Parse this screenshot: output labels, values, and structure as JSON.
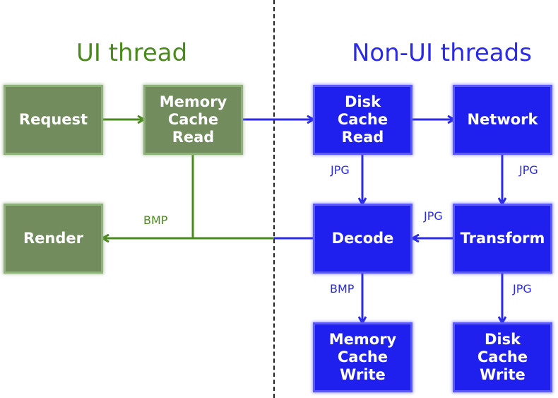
{
  "titles": {
    "ui": "UI thread",
    "non_ui": "Non-UI threads"
  },
  "nodes": {
    "request": "Request",
    "memory_cache_read": "Memory\nCache\nRead",
    "render": "Render",
    "disk_cache_read": "Disk\nCache\nRead",
    "network": "Network",
    "decode": "Decode",
    "transform": "Transform",
    "memory_cache_write": "Memory\nCache\nWrite",
    "disk_cache_write": "Disk\nCache\nWrite"
  },
  "edge_labels": {
    "disk_to_decode": "JPG",
    "network_to_transform": "JPG",
    "transform_to_decode": "JPG",
    "decode_to_render": "BMP",
    "decode_to_memwrite": "BMP",
    "transform_to_diskwrite": "JPG"
  },
  "colors": {
    "green": "#4a8a1c",
    "blue": "#2a2ae8",
    "green_box": "#728c5e",
    "blue_box": "#2020ee"
  }
}
